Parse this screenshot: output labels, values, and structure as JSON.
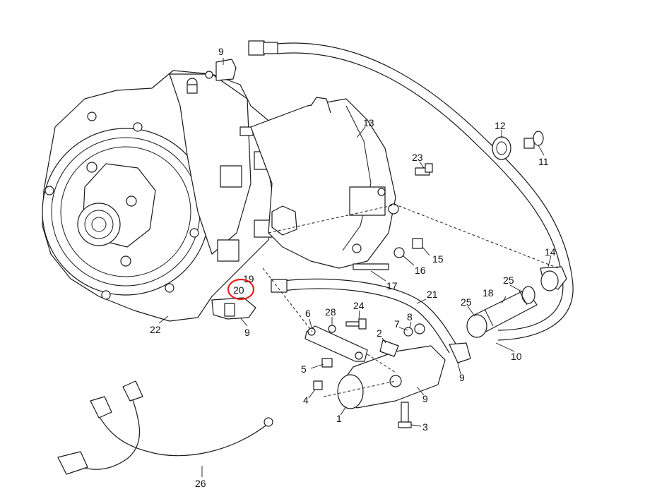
{
  "diagram": {
    "callouts": [
      {
        "id": "9a",
        "text": "9"
      },
      {
        "id": "13",
        "text": "13"
      },
      {
        "id": "12",
        "text": "12"
      },
      {
        "id": "11",
        "text": "11"
      },
      {
        "id": "23",
        "text": "23"
      },
      {
        "id": "15",
        "text": "15"
      },
      {
        "id": "16",
        "text": "16"
      },
      {
        "id": "14",
        "text": "14"
      },
      {
        "id": "19",
        "text": "19"
      },
      {
        "id": "20",
        "text": "20"
      },
      {
        "id": "17",
        "text": "17"
      },
      {
        "id": "25a",
        "text": "25"
      },
      {
        "id": "18",
        "text": "18"
      },
      {
        "id": "21",
        "text": "21"
      },
      {
        "id": "25b",
        "text": "25"
      },
      {
        "id": "22",
        "text": "22"
      },
      {
        "id": "9b",
        "text": "9"
      },
      {
        "id": "6",
        "text": "6"
      },
      {
        "id": "28",
        "text": "28"
      },
      {
        "id": "24",
        "text": "24"
      },
      {
        "id": "8",
        "text": "8"
      },
      {
        "id": "7",
        "text": "7"
      },
      {
        "id": "2",
        "text": "2"
      },
      {
        "id": "10",
        "text": "10"
      },
      {
        "id": "5",
        "text": "5"
      },
      {
        "id": "9c",
        "text": "9"
      },
      {
        "id": "9d",
        "text": "9"
      },
      {
        "id": "4",
        "text": "4"
      },
      {
        "id": "1",
        "text": "1"
      },
      {
        "id": "3",
        "text": "3"
      },
      {
        "id": "26",
        "text": "26"
      }
    ],
    "highlight": {
      "callout": "20",
      "color": "#e8211f"
    },
    "colors": {
      "line": "#1a1a1a",
      "background": "#ffffff"
    }
  }
}
